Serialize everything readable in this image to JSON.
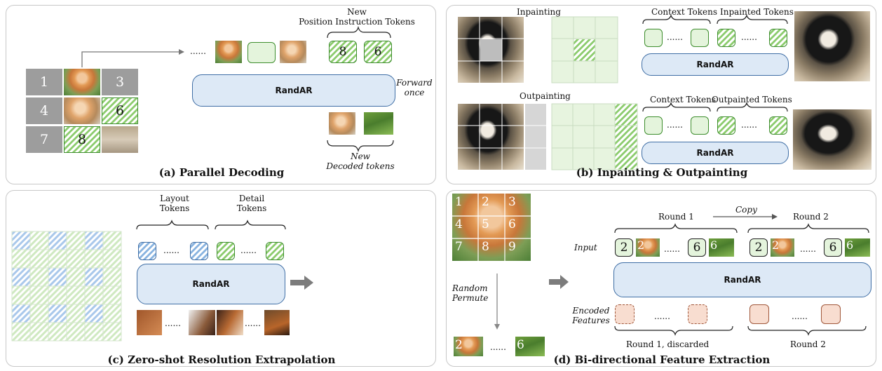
{
  "panels": {
    "a": {
      "caption": "(a) Parallel Decoding",
      "position_tokens_label": "New\nPosition Instruction Tokens",
      "decoded_tokens_label": "New\nDecoded tokens",
      "forward_once_label": "Forward\nonce",
      "randar_label": "RandAR",
      "ellipsis": "......",
      "grid_numbers": [
        "1",
        "3",
        "4",
        "6",
        "7",
        "8"
      ],
      "token_numbers": [
        "8",
        "6"
      ]
    },
    "b": {
      "caption": "(b) Inpainting & Outpainting",
      "inpainting_label": "Inpainting",
      "outpainting_label": "Outpainting",
      "context_tokens_label": "Context Tokens",
      "inpainted_tokens_label": "Inpainted Tokens",
      "outpainted_tokens_label": "Outpainted Tokens",
      "randar_label": "RandAR",
      "ellipsis": "......"
    },
    "c": {
      "caption": "(c) Zero-shot Resolution Extrapolation",
      "layout_tokens_label": "Layout\nTokens",
      "detail_tokens_label": "Detail\nTokens",
      "randar_label": "RandAR",
      "ellipsis": "......"
    },
    "d": {
      "caption": "(d) Bi-directional Feature Extraction",
      "round1_label": "Round 1",
      "round2_label": "Round 2",
      "copy_label": "Copy",
      "input_label": "Input",
      "encoded_features_label": "Encoded\nFeatures",
      "random_permute_label": "Random\nPermute",
      "round1_discarded_label": "Round 1, discarded",
      "round2_bottom_label": "Round 2",
      "randar_label": "RandAR",
      "ellipsis": "......",
      "grid_numbers": [
        "1",
        "2",
        "3",
        "4",
        "5",
        "6",
        "7",
        "8",
        "9"
      ],
      "token_numbers": [
        "2",
        "2",
        "6",
        "6"
      ],
      "permuted_numbers": [
        "2",
        "6"
      ]
    }
  },
  "colors": {
    "panel_border": "#c8c8c8",
    "randar_fill": "#dde9f6",
    "randar_border": "#3f6ea5",
    "token_green": "#3e8e2e",
    "token_blue": "#3f6ea5",
    "feature_fill": "#f8ddd0",
    "feature_border": "#a0573a",
    "gray_tile": "#9d9d9d"
  },
  "icons": [
    "cat-image",
    "monkey-image",
    "dog-image",
    "arrow-right-icon",
    "arrow-down-icon"
  ]
}
